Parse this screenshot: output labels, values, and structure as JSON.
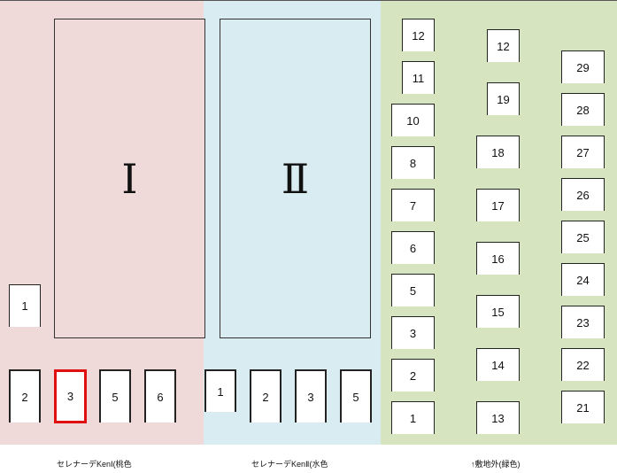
{
  "colors": {
    "pink": "#efd9d9",
    "blue": "#d9ecf2",
    "green": "#d6e4bf",
    "selected": "#e01010"
  },
  "buildings": {
    "one": "Ⅰ",
    "two": "Ⅱ"
  },
  "pink_lot": {
    "single": "1",
    "row": [
      "2",
      "3",
      "5",
      "6"
    ],
    "selected": "3"
  },
  "blue_lot": {
    "row": [
      "1",
      "2",
      "3",
      "5"
    ]
  },
  "green_lot": {
    "col_a": [
      "12",
      "11",
      "10",
      "8",
      "7",
      "6",
      "5",
      "3",
      "2",
      "1"
    ],
    "col_b": [
      "12",
      "19",
      "18",
      "17",
      "16",
      "15",
      "14",
      "13"
    ],
    "col_c": [
      "29",
      "28",
      "27",
      "26",
      "25",
      "24",
      "23",
      "22",
      "21"
    ]
  },
  "captions": {
    "pink": "セレナーデKenⅠ(桃色",
    "blue": "セレナーデKenⅡ(水色",
    "green": "↑敷地外(緑色)"
  }
}
